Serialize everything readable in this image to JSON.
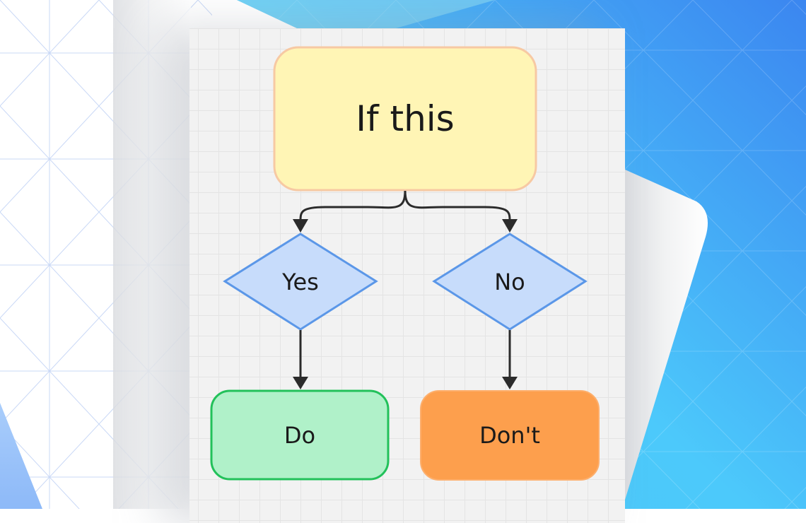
{
  "diagram": {
    "type": "flowchart",
    "nodes": {
      "condition": {
        "label": "If this",
        "shape": "rounded-rect",
        "fill": "#fff5b5",
        "stroke": "#f7c9a3"
      },
      "yes": {
        "label": "Yes",
        "shape": "diamond",
        "fill": "#c7dcfb",
        "stroke": "#5b97e8"
      },
      "no": {
        "label": "No",
        "shape": "diamond",
        "fill": "#c7dcfb",
        "stroke": "#5b97e8"
      },
      "do": {
        "label": "Do",
        "shape": "rounded-rect",
        "fill": "#b0f1c9",
        "stroke": "#22c15a"
      },
      "dont": {
        "label": "Don't",
        "shape": "rounded-rect",
        "fill": "#fd9f4d",
        "stroke": "#fdae6b"
      }
    },
    "edges": [
      {
        "from": "condition",
        "to": "yes"
      },
      {
        "from": "condition",
        "to": "no"
      },
      {
        "from": "yes",
        "to": "do"
      },
      {
        "from": "no",
        "to": "dont"
      }
    ],
    "edge_color": "#2b2b2b"
  },
  "colors": {
    "background_blue_light": "#56d2fb",
    "background_blue_dark": "#3b82f0",
    "canvas": "#f2f2f2",
    "grid_line": "#e4e4e4"
  }
}
